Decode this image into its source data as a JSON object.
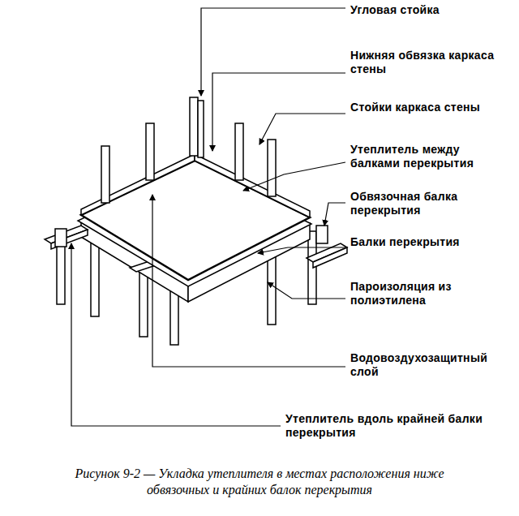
{
  "diagram": {
    "caption": "Рисунок 9-2 — Укладка утеплителя в местах расположения ниже обвязочных и крайних балок перекрытия",
    "labels": [
      "Угловая стойка",
      "Нижняя обвязка каркаса стены",
      "Стойки каркаса стены",
      "Утеплитель между балками перекрытия",
      "Обвязочная балка перекрытия",
      "Балки перекрытия",
      "Пароизоляция из полиэтилена",
      "Водовоздухозащитный слой",
      "Утеплитель вдоль крайней балки перекрытия"
    ]
  }
}
